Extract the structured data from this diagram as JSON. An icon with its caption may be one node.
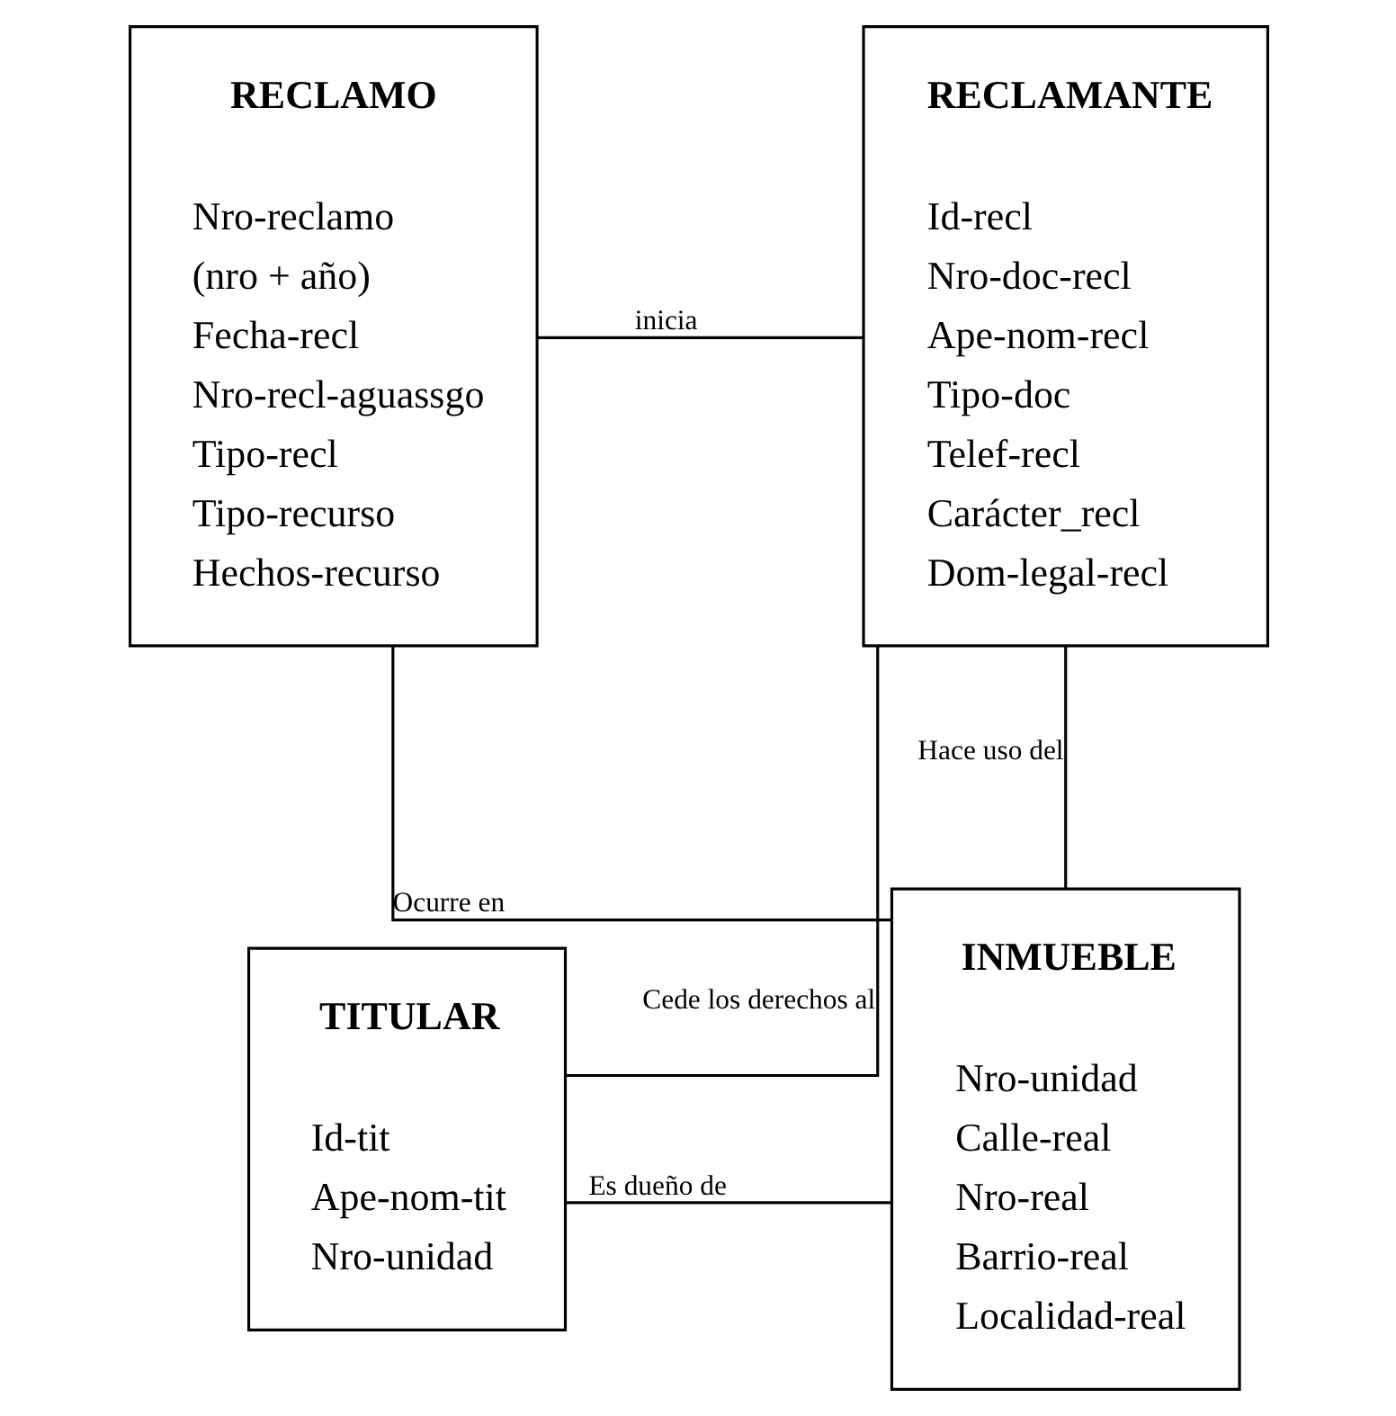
{
  "diagram": {
    "nodes": [
      {
        "text": [
          "RECLAMO",
          "Nro-reclamo",
          "(nro + año)",
          "Fecha-recl",
          "Nro-recl-aguassgo",
          "Tipo-recl",
          "Tipo-recurso",
          "Hechos-recurso"
        ]
      },
      {
        "text": [
          "RECLAMANTE",
          "Id-recl",
          "Nro-doc-recl",
          "Ape-nom-recl",
          "Tipo-doc",
          "Telef-recl",
          "Carácter_recl",
          "Dom-legal-recl"
        ]
      },
      {
        "text": [
          "TITULAR",
          "Id-tit",
          "Ape-nom-tit",
          "Nro-unidad"
        ]
      },
      {
        "text": [
          "INMUEBLE",
          "Nro-unidad",
          "Calle-real",
          "Nro-real",
          "Barrio-real",
          "Localidad-real"
        ]
      }
    ],
    "edges": [
      {
        "from": 0,
        "to": 1,
        "arrow": "none",
        "label": "inicia"
      },
      {
        "from": 0,
        "to": 3,
        "arrow": "none",
        "label": "Ocurre en"
      },
      {
        "from": 1,
        "to": 2,
        "arrow": "none",
        "label": "Cede los derechos al"
      },
      {
        "from": 1,
        "to": 3,
        "arrow": "none",
        "label": "Hace uso del"
      },
      {
        "from": 2,
        "to": 3,
        "arrow": "none",
        "label": "Es dueño de"
      }
    ]
  }
}
